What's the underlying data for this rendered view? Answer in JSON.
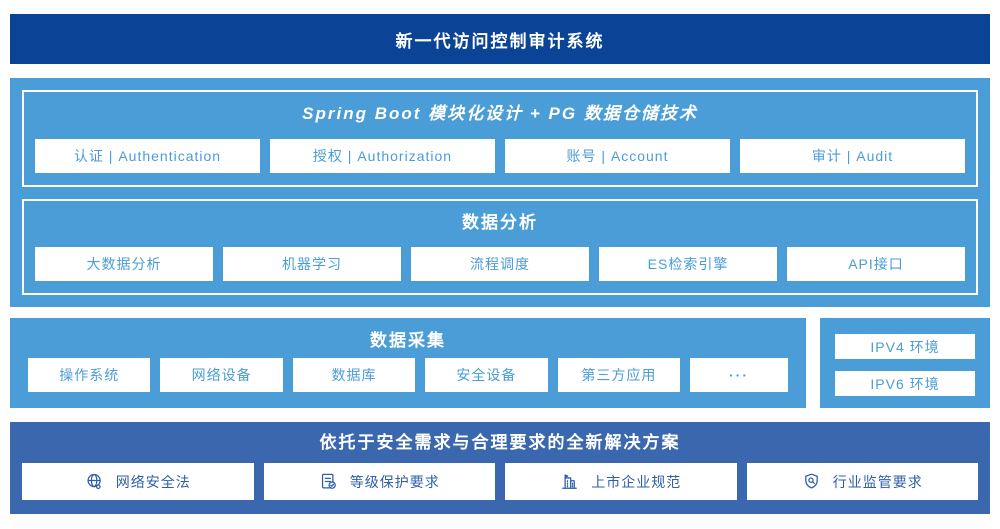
{
  "colors": {
    "banner_blue": "#0b4397",
    "light_blue": "#4a9dd7",
    "solution_blue": "#3a67ae",
    "solution_text": "#2e5fa8",
    "box_text": "#4a9dd7"
  },
  "banner": {
    "title": "新一代访问控制审计系统"
  },
  "platform": {
    "sections": [
      {
        "title": "Spring Boot 模块化设计 + PG 数据仓储技术",
        "items": [
          "认证 | Authentication",
          "授权 | Authorization",
          "账号 | Account",
          "审计 | Audit"
        ]
      },
      {
        "title": "数据分析",
        "items": [
          "大数据分析",
          "机器学习",
          "流程调度",
          "ES检索引擎",
          "API接口"
        ]
      }
    ]
  },
  "collection": {
    "title": "数据采集",
    "items": [
      "操作系统",
      "网络设备",
      "数据库",
      "安全设备",
      "第三方应用",
      "···"
    ]
  },
  "environment": {
    "items": [
      "IPV4 环境",
      "IPV6 环境"
    ]
  },
  "solution": {
    "title": "依托于安全需求与合理要求的全新解决方案",
    "items": [
      {
        "icon": "globe-icon",
        "label": "网络安全法"
      },
      {
        "icon": "document-check-icon",
        "label": "等级保护要求"
      },
      {
        "icon": "building-icon",
        "label": "上市企业规范"
      },
      {
        "icon": "shield-search-icon",
        "label": "行业监管要求"
      }
    ]
  }
}
